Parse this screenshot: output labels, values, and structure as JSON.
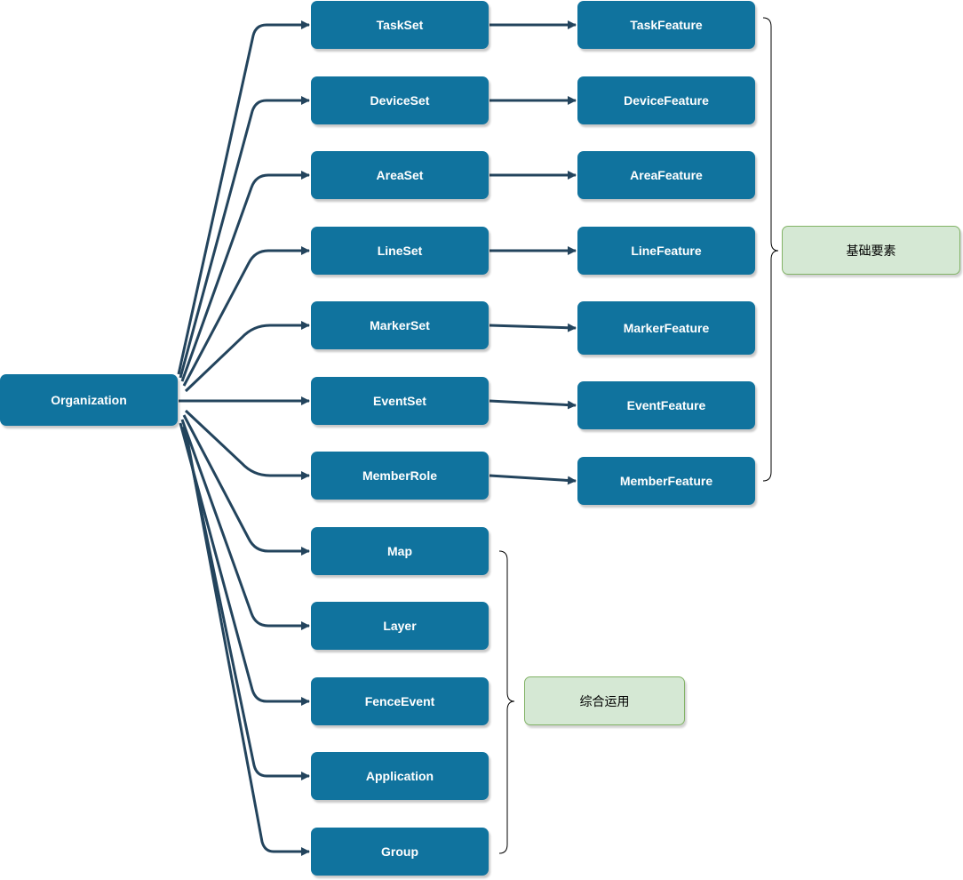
{
  "diagram": {
    "root": "Organization",
    "sets": [
      "TaskSet",
      "DeviceSet",
      "AreaSet",
      "LineSet",
      "MarkerSet",
      "EventSet",
      "MemberRole"
    ],
    "features": [
      "TaskFeature",
      "DeviceFeature",
      "AreaFeature",
      "LineFeature",
      "MarkerFeature",
      "EventFeature",
      "MemberFeature"
    ],
    "others": [
      "Map",
      "Layer",
      "FenceEvent",
      "Application",
      "Group"
    ],
    "notes": {
      "basic": "基础要素",
      "composite": "综合运用"
    },
    "colors": {
      "node_fill": "#10739e",
      "node_text": "#ffffff",
      "edge": "#23445d",
      "note_fill": "#d5e8d4",
      "note_border": "#82b366"
    }
  }
}
